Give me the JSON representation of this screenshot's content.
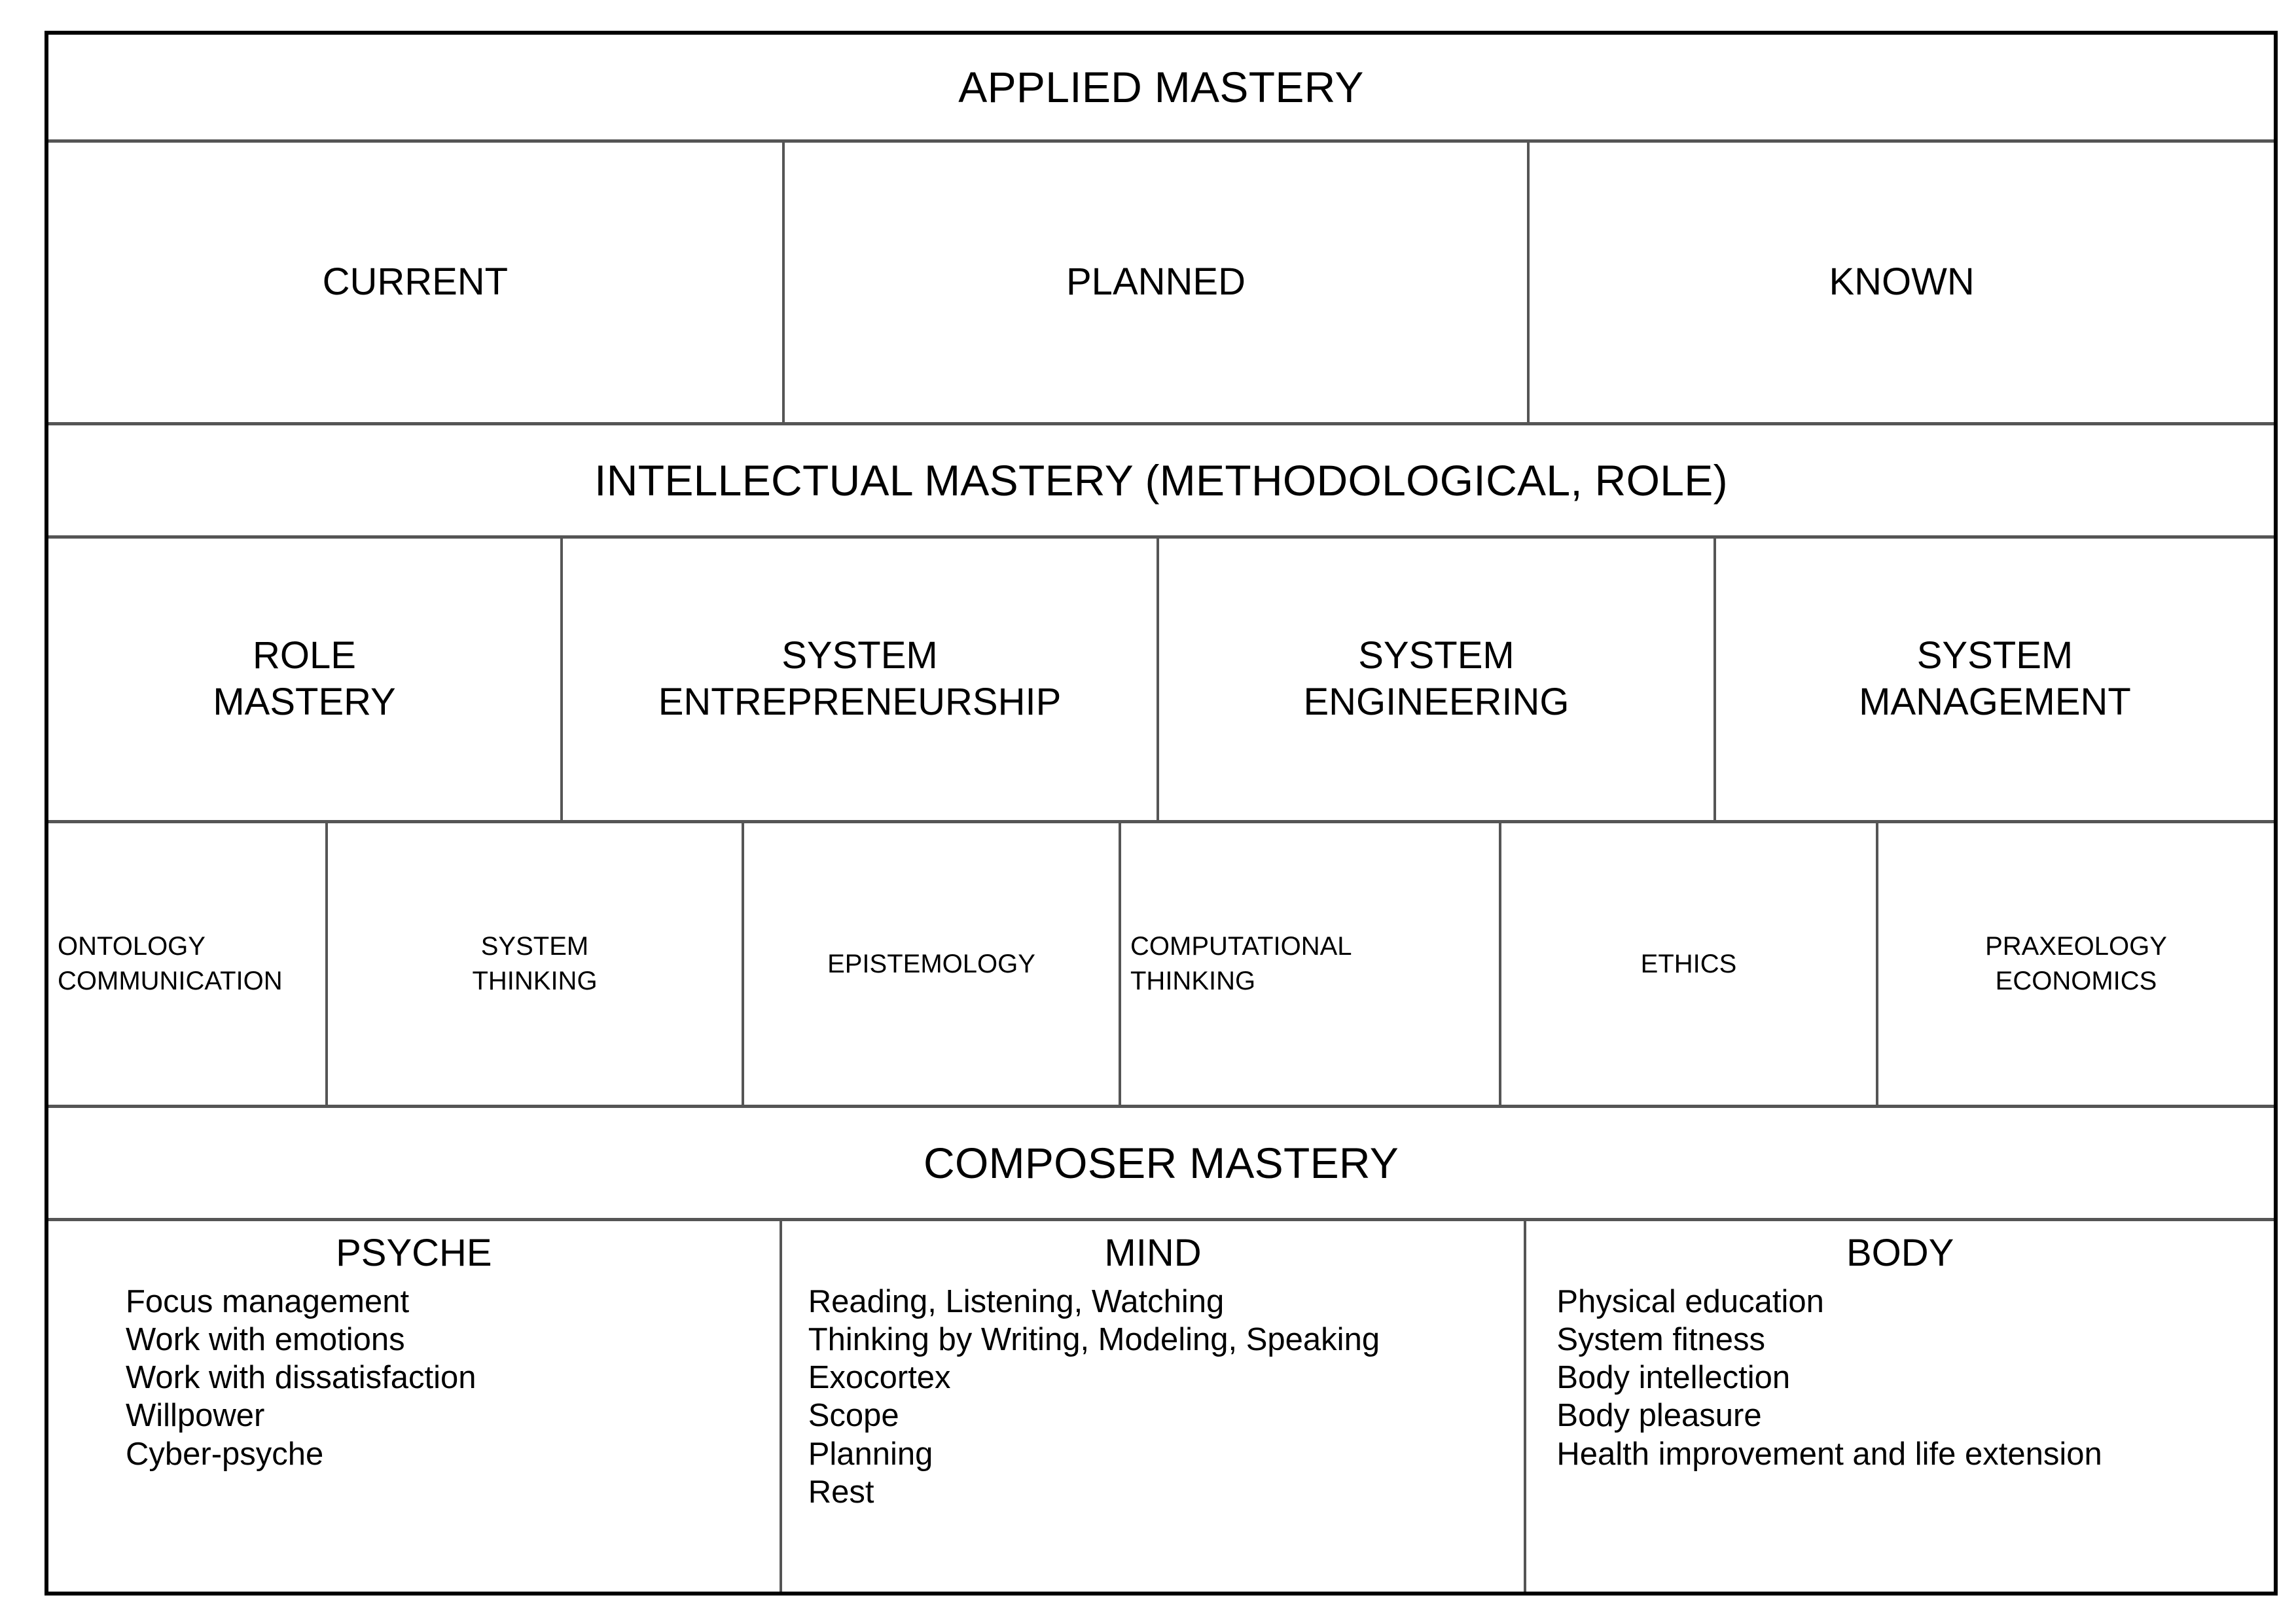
{
  "applied": {
    "title": "APPLIED MASTERY",
    "columns": [
      {
        "label": "CURRENT"
      },
      {
        "label": "PLANNED"
      },
      {
        "label": "KNOWN"
      }
    ]
  },
  "intellectual": {
    "title": "INTELLECTUAL MASTERY (METHODOLOGICAL, ROLE)",
    "columns": [
      {
        "label": "ROLE\nMASTERY"
      },
      {
        "label": "SYSTEM\nENTREPRENEURSHIP"
      },
      {
        "label": "SYSTEM\nENGINEERING"
      },
      {
        "label": "SYSTEM\nMANAGEMENT"
      }
    ],
    "practices": [
      {
        "label": "ONTOLOGY\nCOMMUNICATION",
        "align": "left"
      },
      {
        "label": "SYSTEM\nTHINKING",
        "align": "center"
      },
      {
        "label": "EPISTEMOLOGY",
        "align": "center"
      },
      {
        "label": "COMPUTATIONAL\nTHINKING",
        "align": "left"
      },
      {
        "label": "ETHICS",
        "align": "center"
      },
      {
        "label": "PRAXEOLOGY\nECONOMICS",
        "align": "center"
      }
    ]
  },
  "composer": {
    "title": "COMPOSER MASTERY",
    "groups": [
      {
        "title": "PSYCHE",
        "items": [
          "Focus management",
          "Work with emotions",
          "Work with dissatisfaction",
          "Willpower",
          "Cyber-psyche"
        ]
      },
      {
        "title": "MIND",
        "items": [
          "Reading, Listening, Watching",
          "Thinking by Writing, Modeling, Speaking",
          "Exocortex",
          "Scope",
          "Planning",
          "Rest"
        ]
      },
      {
        "title": "BODY",
        "items": [
          "Physical education",
          "System fitness",
          "Body intellection",
          "Body pleasure",
          "Health improvement and life extension"
        ]
      }
    ]
  },
  "colors": {
    "outer_border": "#000000",
    "inner_rule": "#555555",
    "background": "#ffffff",
    "text": "#000000"
  }
}
